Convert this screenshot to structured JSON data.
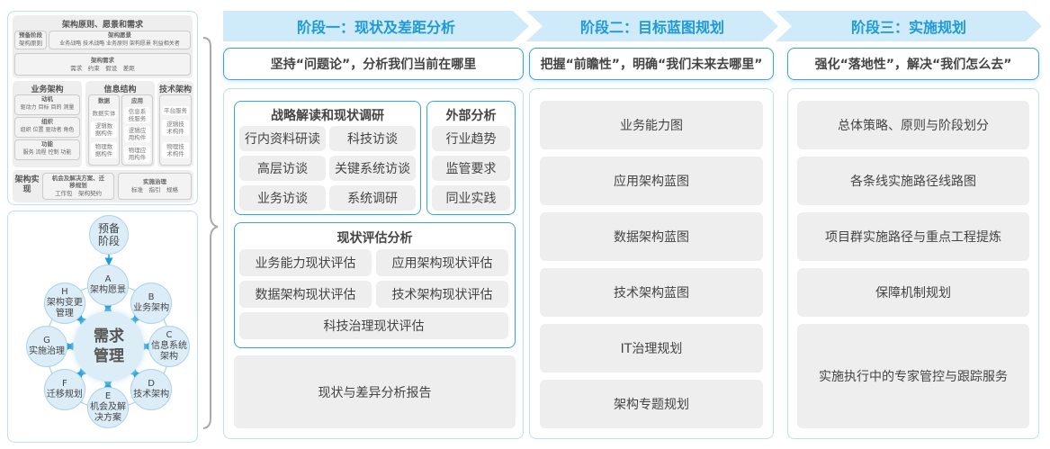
{
  "left_top": {
    "s1_title": "架构原则、愿景和需求",
    "prelim_title": "预备阶段",
    "prelim_sub": "架构原则",
    "vision_title": "架构愿景",
    "vision_items": "业务战略 技术战略 业务原则 架构愿景 利益相关者",
    "req_title": "架构需求",
    "req_items": "需求　约束　假设　差距",
    "biz_title": "业务架构",
    "motive_title": "动机",
    "motive_items": "驱动力 目标 目的 测量",
    "org_title": "组织",
    "org_items": "组织 位置 驱动者 角色",
    "func_title": "功能",
    "func_items": "服务 流程 控制 功能",
    "info_title": "信息结构",
    "data_title": "数据",
    "data_items": [
      "数据实体",
      "逻辑数据构件",
      "物理数据构件"
    ],
    "app_title": "应用",
    "app_items": [
      "信息系统服务",
      "逻辑应用构件",
      "物理应用构件"
    ],
    "tech_title": "技术架构",
    "tech_items": [
      "平台服务",
      "逻辑技术构件",
      "物理技术构件"
    ],
    "impl_title": "架构实现",
    "opp_title": "机会及解决方案、迁移规划",
    "opp_items": "工作包　架构契约",
    "gov_title": "实施治理",
    "gov_items": "标准　指引　规格"
  },
  "cycle": {
    "center": "需求管理",
    "prelim": "预备阶段",
    "nodes": [
      {
        "letter": "A",
        "label": "架构愿景"
      },
      {
        "letter": "B",
        "label": "业务架构"
      },
      {
        "letter": "C",
        "label": "信息系统架构"
      },
      {
        "letter": "D",
        "label": "技术架构"
      },
      {
        "letter": "E",
        "label": "机会及解决方案"
      },
      {
        "letter": "F",
        "label": "迁移规划"
      },
      {
        "letter": "G",
        "label": "实施治理"
      },
      {
        "letter": "H",
        "label": "架构变更管理"
      }
    ],
    "accent": "#1e9ad6"
  },
  "stages": [
    {
      "title": "阶段一：现状及差距分析",
      "subtitle": "坚持“问题论”，分析我们当前在哪里",
      "group1": {
        "title": "战略解读和现状调研",
        "items": [
          "行内资料研读",
          "科技访谈",
          "高层访谈",
          "关键系统访谈",
          "业务访谈",
          "系统调研"
        ]
      },
      "group2": {
        "title": "外部分析",
        "items": [
          "行业趋势",
          "监管要求",
          "同业实践"
        ]
      },
      "group3": {
        "title": "现状评估分析",
        "items": [
          "业务能力现状评估",
          "应用架构现状评估",
          "数据架构现状评估",
          "技术架构现状评估",
          "科技治理现状评估"
        ]
      },
      "report": "现状与差异分析报告"
    },
    {
      "title": "阶段二：目标蓝图规划",
      "subtitle": "把握“前瞻性”，明确“我们未来去哪里”",
      "items": [
        "业务能力图",
        "应用架构蓝图",
        "数据架构蓝图",
        "技术架构蓝图",
        "IT治理规划",
        "架构专题规划"
      ]
    },
    {
      "title": "阶段三：实施规划",
      "subtitle": "强化“落地性”，解决“我们怎么去”",
      "items": [
        "总体策略、原则与阶段划分",
        "各条线实施路径线路图",
        "项目群实施路径与重点工程提炼",
        "保障机制规划",
        "实施执行中的专家管控与跟踪服务"
      ]
    }
  ],
  "colors": {
    "accent": "#1e9ad6",
    "stage_bg": "#cfeaf8",
    "border": "#3aa5da",
    "item_bg": "#eeeeee"
  }
}
